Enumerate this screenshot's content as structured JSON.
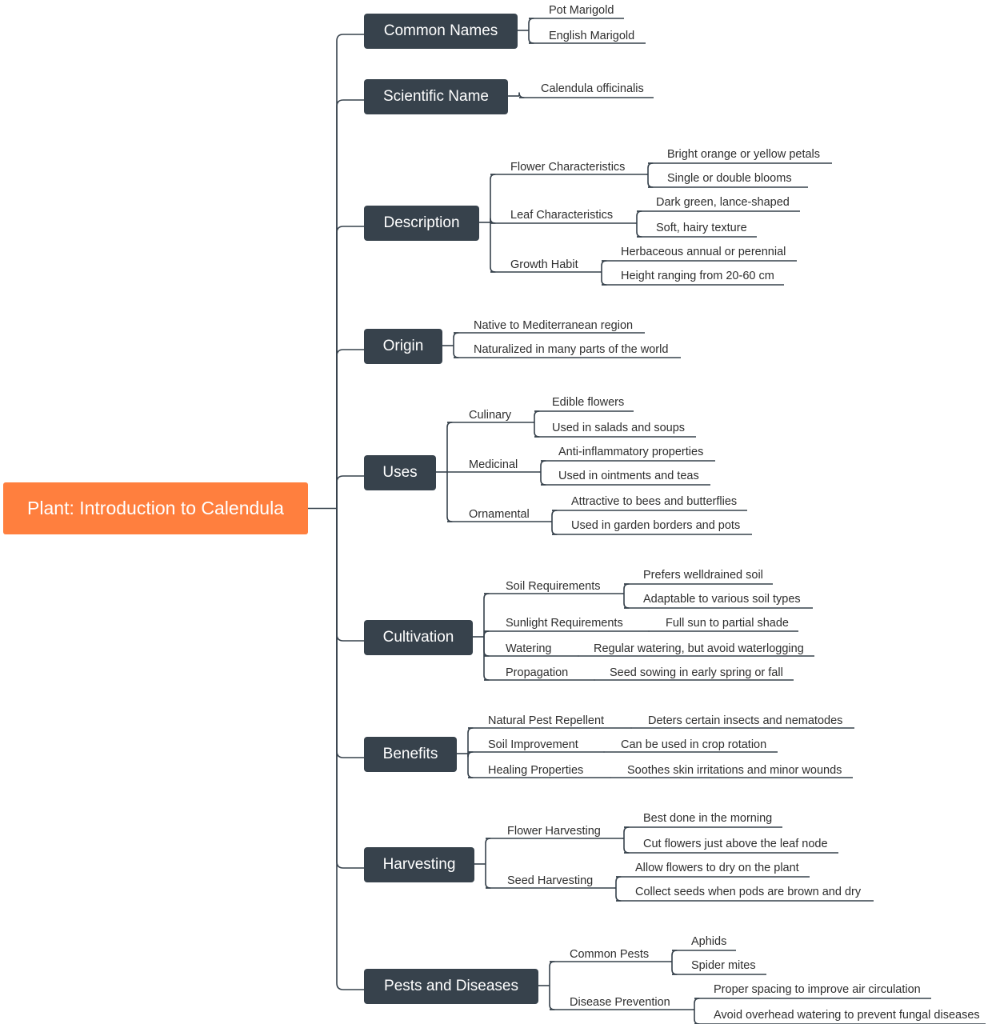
{
  "root": "Plant: Introduction to Calendula",
  "colors": {
    "root": "#ff7f3e",
    "branch": "#37424c",
    "line": "#37424c"
  },
  "branches": [
    {
      "label": "Common Names",
      "children": [
        {
          "label": "Pot Marigold"
        },
        {
          "label": "English Marigold"
        }
      ]
    },
    {
      "label": "Scientific Name",
      "children": [
        {
          "label": "Calendula officinalis"
        }
      ]
    },
    {
      "label": "Description",
      "children": [
        {
          "label": "Flower Characteristics",
          "children": [
            {
              "label": "Bright orange or yellow petals"
            },
            {
              "label": "Single or double blooms"
            }
          ]
        },
        {
          "label": "Leaf Characteristics",
          "children": [
            {
              "label": "Dark green, lance-shaped"
            },
            {
              "label": "Soft, hairy texture"
            }
          ]
        },
        {
          "label": "Growth Habit",
          "children": [
            {
              "label": "Herbaceous annual or perennial"
            },
            {
              "label": "Height ranging from 20-60 cm"
            }
          ]
        }
      ]
    },
    {
      "label": "Origin",
      "children": [
        {
          "label": "Native to Mediterranean region"
        },
        {
          "label": "Naturalized in many parts of the world"
        }
      ]
    },
    {
      "label": "Uses",
      "children": [
        {
          "label": "Culinary",
          "children": [
            {
              "label": "Edible flowers"
            },
            {
              "label": "Used in salads and soups"
            }
          ]
        },
        {
          "label": "Medicinal",
          "children": [
            {
              "label": "Anti-inflammatory properties"
            },
            {
              "label": "Used in ointments and teas"
            }
          ]
        },
        {
          "label": "Ornamental",
          "children": [
            {
              "label": "Attractive to bees and butterflies"
            },
            {
              "label": "Used in garden borders and pots"
            }
          ]
        }
      ]
    },
    {
      "label": "Cultivation",
      "children": [
        {
          "label": "Soil Requirements",
          "children": [
            {
              "label": "Prefers welldrained soil"
            },
            {
              "label": "Adaptable to various soil types"
            }
          ]
        },
        {
          "label": "Sunlight Requirements",
          "children": [
            {
              "label": "Full sun to partial shade"
            }
          ]
        },
        {
          "label": "Watering",
          "children": [
            {
              "label": "Regular watering, but avoid waterlogging"
            }
          ]
        },
        {
          "label": "Propagation",
          "children": [
            {
              "label": "Seed sowing in early spring or fall"
            }
          ]
        }
      ]
    },
    {
      "label": "Benefits",
      "children": [
        {
          "label": "Natural Pest Repellent",
          "children": [
            {
              "label": "Deters certain insects and nematodes"
            }
          ]
        },
        {
          "label": "Soil Improvement",
          "children": [
            {
              "label": "Can be used in crop rotation"
            }
          ]
        },
        {
          "label": "Healing Properties",
          "children": [
            {
              "label": "Soothes skin irritations and minor wounds"
            }
          ]
        }
      ]
    },
    {
      "label": "Harvesting",
      "children": [
        {
          "label": "Flower Harvesting",
          "children": [
            {
              "label": "Best done in the morning"
            },
            {
              "label": "Cut flowers just above the leaf node"
            }
          ]
        },
        {
          "label": "Seed Harvesting",
          "children": [
            {
              "label": "Allow flowers to dry on the plant"
            },
            {
              "label": "Collect seeds when pods are brown and dry"
            }
          ]
        }
      ]
    },
    {
      "label": "Pests and Diseases",
      "children": [
        {
          "label": "Common Pests",
          "children": [
            {
              "label": "Aphids"
            },
            {
              "label": "Spider mites"
            }
          ]
        },
        {
          "label": "Disease Prevention",
          "children": [
            {
              "label": "Proper spacing to improve air circulation"
            },
            {
              "label": "Avoid overhead watering to prevent fungal diseases"
            }
          ]
        }
      ]
    }
  ]
}
